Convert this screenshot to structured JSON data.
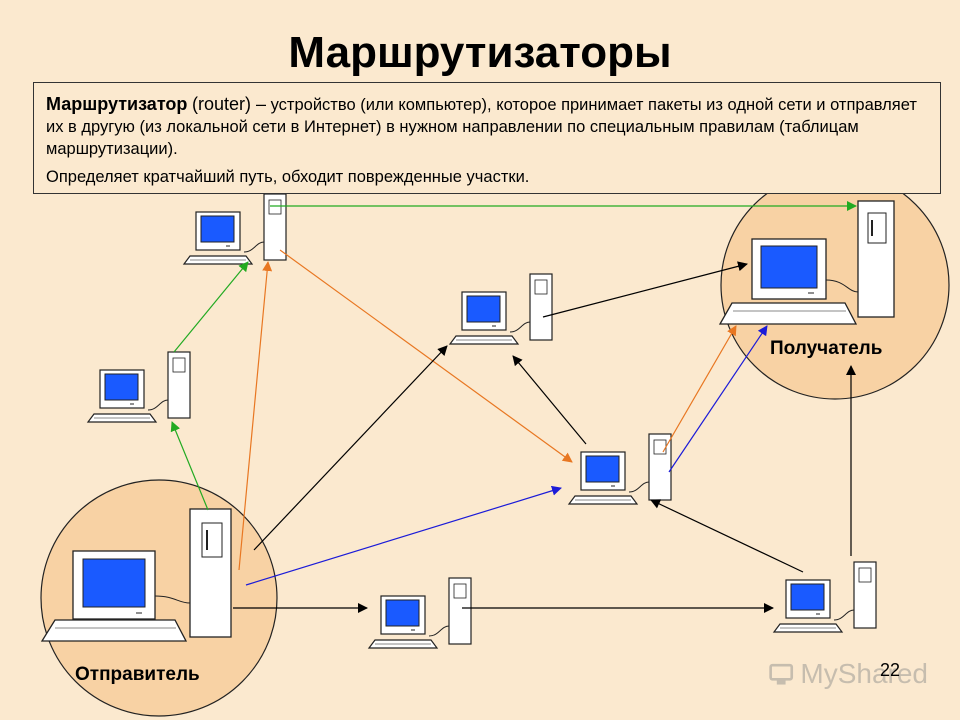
{
  "title": "Маршрутизаторы",
  "definition": {
    "term": "Маршрутизатор",
    "router_word": "(router) –",
    "rest": " устройство (или компьютер), которое принимает пакеты из одной сети и отправляет их в другую (из локальной сети в Интернет) в нужном направлении по специальным правилам (таблицам   маршрутизации).",
    "note": "Определяет кратчайший путь, обходит поврежденные участки."
  },
  "labels": {
    "receiver": "Получатель",
    "sender": "Отправитель"
  },
  "page_number": "22",
  "watermark": "MyShared",
  "colors": {
    "background": "#fbe9cf",
    "circle_fill": "#f8d2a4",
    "green_path": "#22aa22",
    "orange_path": "#e87722",
    "blue_path": "#1b1bd8",
    "black_path": "#000000",
    "screen": "#1a5aff"
  }
}
